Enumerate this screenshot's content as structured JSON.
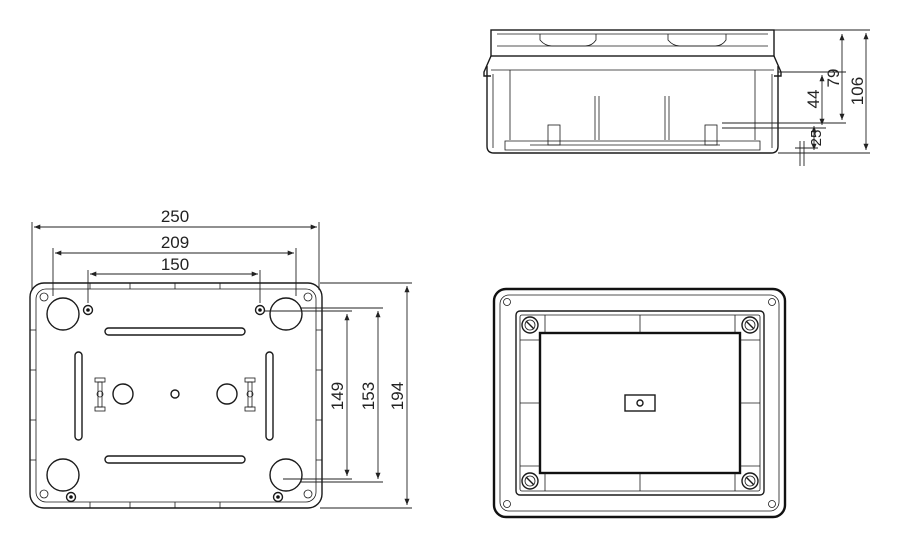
{
  "dimensions": {
    "bottom_width": "250",
    "bottom_mount_wide": "209",
    "bottom_mount_narrow": "150",
    "bottom_mount_h_inner": "149",
    "bottom_mount_h_outer": "153",
    "bottom_height": "194",
    "side_height_total": "106",
    "side_height_upper": "79",
    "side_height_mid": "44",
    "side_height_low": "25"
  },
  "colors": {
    "line": "#1a1a1a",
    "background": "#ffffff"
  }
}
